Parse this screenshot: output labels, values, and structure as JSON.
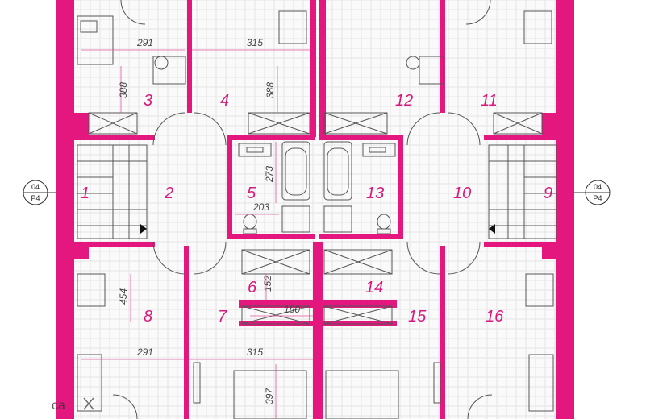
{
  "plan": {
    "wall_color": "#e3177e",
    "rooms": [
      "1",
      "2",
      "3",
      "4",
      "5",
      "6",
      "7",
      "8",
      "9",
      "10",
      "11",
      "12",
      "13",
      "14",
      "15",
      "16"
    ],
    "dimensions": [
      "291",
      "315",
      "388",
      "388",
      "273",
      "203",
      "152",
      "180",
      "454",
      "291",
      "315",
      "397"
    ],
    "section_marks": [
      {
        "top": "04",
        "bottom": "P4"
      },
      {
        "top": "04",
        "bottom": "P4"
      }
    ],
    "watermark": "ca"
  }
}
